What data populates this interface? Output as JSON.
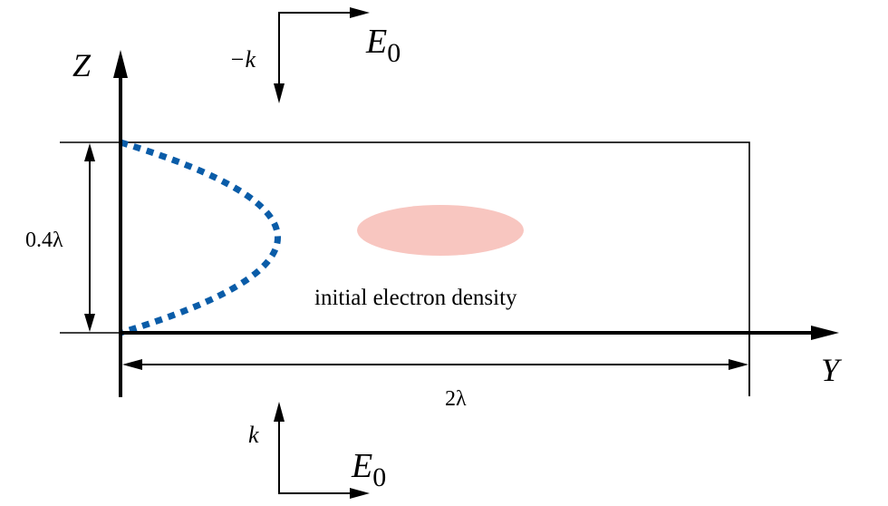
{
  "diagram": {
    "axes": {
      "vertical_label": "Z",
      "horizontal_label": "Y"
    },
    "top_wave": {
      "k_label": "−k",
      "e_label": "E",
      "e_subscript": "0"
    },
    "bottom_wave": {
      "k_label": "k",
      "e_label": "E",
      "e_subscript": "0"
    },
    "height_dimension": "0.4λ",
    "width_dimension": "2λ",
    "density_label": "initial electron density",
    "colors": {
      "profile_dotted": "#0a5ca8",
      "electron_density": "#f8c6c0",
      "lines": "#000000"
    }
  }
}
